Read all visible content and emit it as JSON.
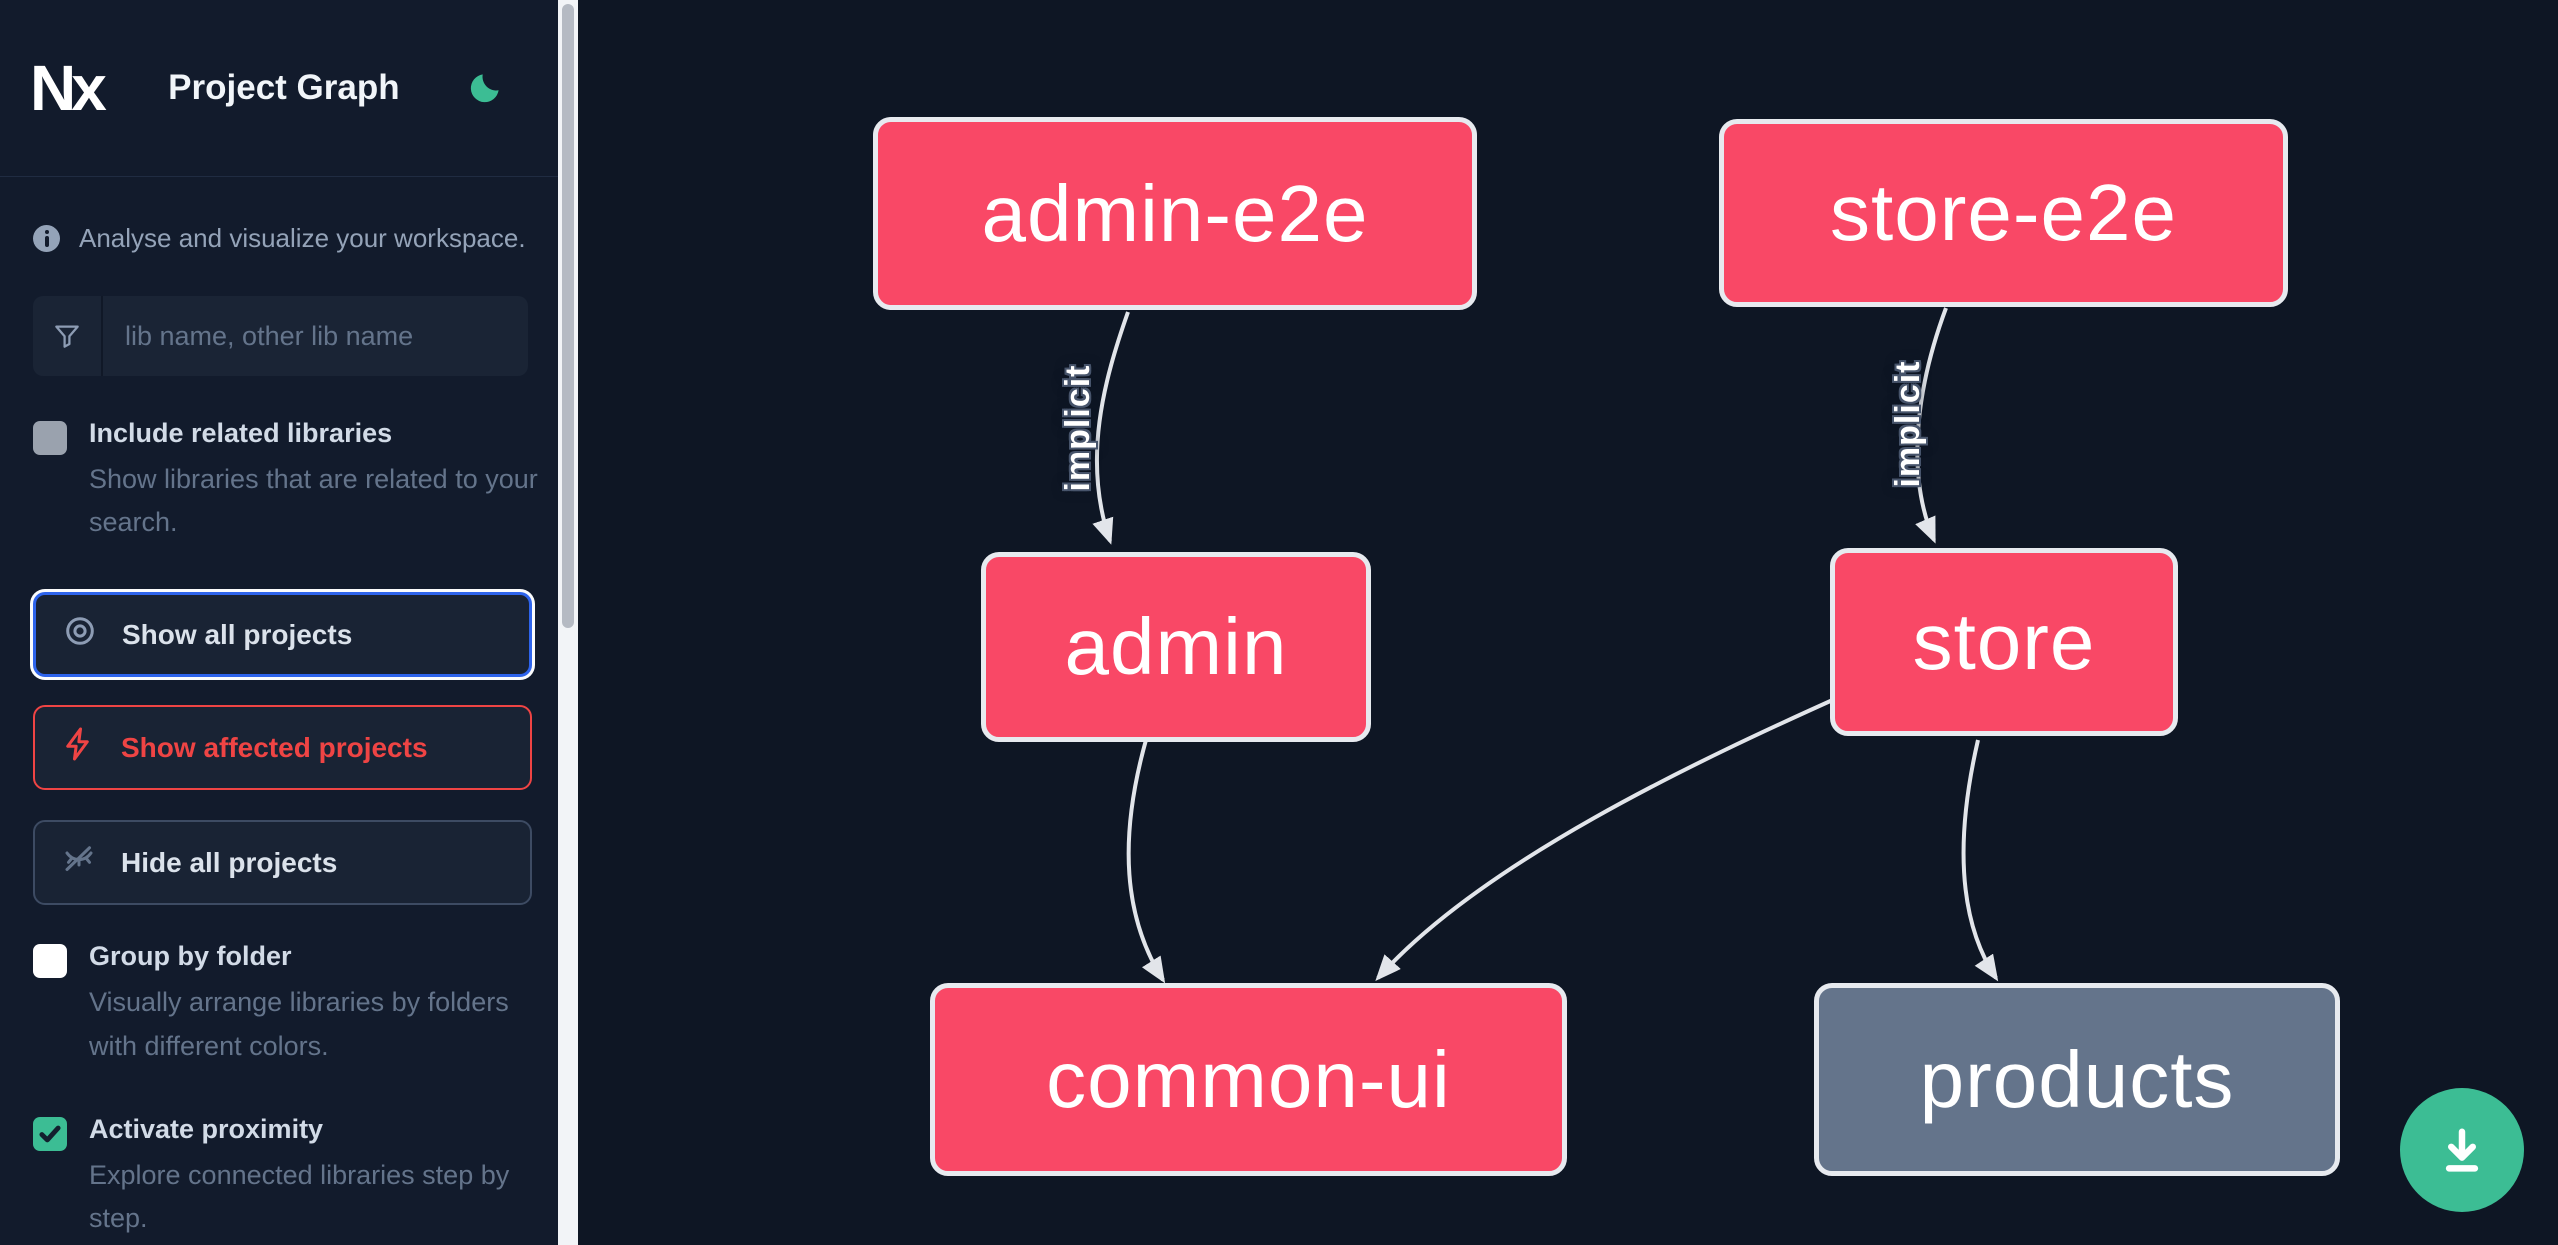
{
  "header": {
    "logo": "Nx",
    "title": "Project Graph",
    "theme_toggle_icon": "moon-icon",
    "accent": "#3cbd94"
  },
  "sidebar": {
    "tagline": "Analyse and visualize your workspace.",
    "search": {
      "icon": "filter-funnel-icon",
      "placeholder": "lib name, other lib name",
      "value": ""
    },
    "options": [
      {
        "label": "Include related libraries",
        "description": "Show libraries that are related to your search.",
        "checked": false
      },
      {
        "label": "Group by folder",
        "description": "Visually arrange libraries by folders with different colors.",
        "checked": false
      },
      {
        "label": "Activate proximity",
        "description": "Explore connected libraries step by step.",
        "checked": true
      }
    ],
    "actions": [
      {
        "label": "Show all projects",
        "icon": "eye-icon",
        "state": "focused"
      },
      {
        "label": "Show affected projects",
        "icon": "lightning-bolt-icon",
        "state": "danger"
      },
      {
        "label": "Hide all projects",
        "icon": "eye-slash-icon",
        "state": "default"
      }
    ]
  },
  "graph": {
    "nodes": [
      {
        "id": "admin-e2e",
        "label": "admin-e2e",
        "type": "e2e-app",
        "color": "#f94866"
      },
      {
        "id": "store-e2e",
        "label": "store-e2e",
        "type": "e2e-app",
        "color": "#f94866"
      },
      {
        "id": "admin",
        "label": "admin",
        "type": "app",
        "color": "#f94866"
      },
      {
        "id": "store",
        "label": "store",
        "type": "app",
        "color": "#f94866"
      },
      {
        "id": "common-ui",
        "label": "common-ui",
        "type": "lib",
        "color": "#f94866"
      },
      {
        "id": "products",
        "label": "products",
        "type": "lib",
        "color": "#64748b"
      }
    ],
    "edges": [
      {
        "source": "admin-e2e",
        "target": "admin",
        "label": "implicit"
      },
      {
        "source": "store-e2e",
        "target": "store",
        "label": "implicit"
      },
      {
        "source": "admin",
        "target": "common-ui",
        "label": ""
      },
      {
        "source": "store",
        "target": "common-ui",
        "label": ""
      },
      {
        "source": "store",
        "target": "products",
        "label": ""
      }
    ]
  },
  "fab": {
    "icon": "download-icon"
  },
  "colors": {
    "node_pink": "#f94866",
    "node_gray": "#64748b",
    "accent_green": "#3cbd94",
    "focus_blue": "#2e64ec",
    "danger_red": "#ef4444",
    "edge": "#e2e5ea"
  }
}
